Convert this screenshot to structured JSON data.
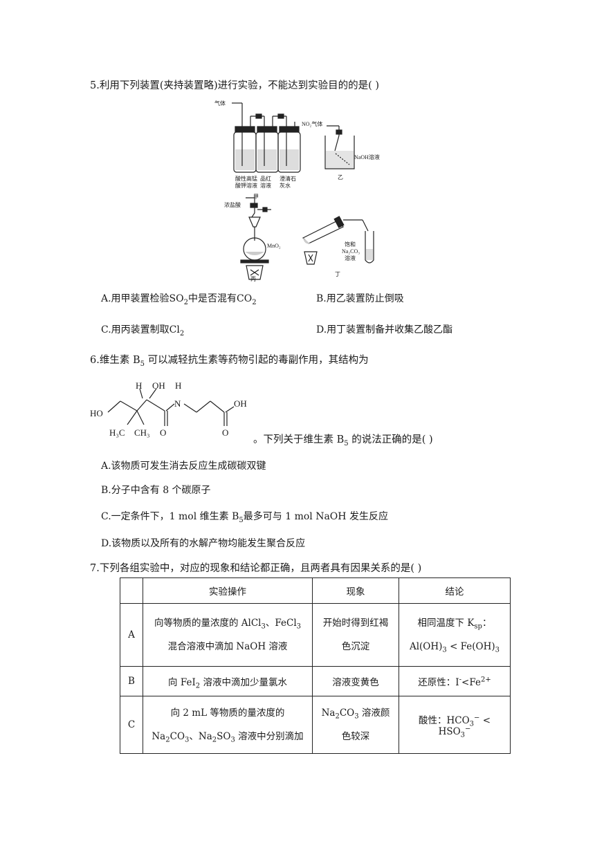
{
  "q5": {
    "stem": "5.利用下列装置(夹持装置略)进行实验，不能达到实验目的的是(      )",
    "figure": {
      "gas_in": "气体",
      "bottle1": [
        "酸性高锰",
        "酸钾溶液"
      ],
      "bottle2": [
        "品红",
        "溶液"
      ],
      "bottle3": [
        "澄清石",
        "灰水"
      ],
      "label_jia": "甲",
      "no2_gas": "NO₂气体",
      "naoh_solution": "NaOH溶液",
      "label_yi": "乙",
      "conc_hcl": "浓盐酸",
      "mno2": "MnO₂",
      "label_bing": "丙",
      "satd": [
        "饱和",
        "Na₂CO₃",
        "溶液"
      ],
      "label_ding": "丁"
    },
    "options": {
      "A_pre": "A.用甲装置检验SO",
      "A_sub1": "2",
      "A_mid": "中是否混有CO",
      "A_sub2": "2",
      "B": "B.用乙装置防止倒吸",
      "C_pre": "C.用丙装置制取Cl",
      "C_sub": "2",
      "D": "D.用丁装置制备并收集乙酸乙酯"
    }
  },
  "q6": {
    "stem_pre": "6.维生素 B",
    "stem_sub": "5",
    "stem_post": " 可以减轻抗生素等药物引起的毒副作用，其结构为",
    "structure": {
      "H1": "H",
      "OH1": "OH",
      "H2": "H",
      "N": "N",
      "OH2": "OH",
      "HO": "HO",
      "H3C": "H₃C",
      "CH3": "CH₃",
      "O1": "O",
      "O2": "O"
    },
    "tail_pre": "。下列关于维生素 B",
    "tail_sub": "5",
    "tail_post": " 的说法正确的是(      )",
    "options": {
      "A": "A.该物质可发生消去反应生成碳碳双键",
      "B": "B.分子中含有 8 个碳原子",
      "C_pre": "C.一定条件下，1 mol 维生素 B",
      "C_sub": "5",
      "C_post": "最多可与 1 mol NaOH 发生反应",
      "D": "D.该物质以及所有的水解产物均能发生聚合反应"
    }
  },
  "q7": {
    "stem": "7.下列各组实验中，对应的现象和结论都正确，且两者具有因果关系的是(      )",
    "headers": [
      "",
      "实验操作",
      "现象",
      "结论"
    ],
    "rowA": {
      "label": "A",
      "op_line1_pre": "向等物质的量浓度的 AlCl",
      "op_line1_s1": "3",
      "op_line1_mid": "、FeCl",
      "op_line1_s2": "3",
      "op_line2": "混合溶液中滴加 NaOH 溶液",
      "phen1": "开始时得到红褐",
      "phen2": "色沉淀",
      "con1_pre": "相同温度下 K",
      "con1_sub": "sp",
      "con1_post": "：",
      "con2_a": "Al(OH)",
      "con2_s1": "3",
      "con2_b": " < Fe(OH)",
      "con2_s2": "3"
    },
    "rowB": {
      "label": "B",
      "op_pre": "向 FeI",
      "op_sub": "2",
      "op_post": " 溶液中滴加少量氯水",
      "phen": "溶液变黄色",
      "con_pre": "还原性：I",
      "con_sup1": "-",
      "con_mid": "<Fe",
      "con_sup2": "2+"
    },
    "rowC": {
      "label": "C",
      "op1": "向 2 mL 等物质的量浓度的",
      "op2_a": "Na",
      "op2_s1": "2",
      "op2_b": "CO",
      "op2_s2": "3",
      "op2_c": "、Na",
      "op2_s3": "2",
      "op2_d": "SO",
      "op2_s4": "3",
      "op2_e": " 溶液中分别滴加",
      "phen1_a": "Na",
      "phen1_s1": "2",
      "phen1_b": "CO",
      "phen1_s2": "3",
      "phen1_c": " 溶液颜",
      "phen2": "色较深",
      "con_pre": "酸性：HCO",
      "con_sub1": "3",
      "con_sup1": "−",
      "con_mid": " < HSO",
      "con_sub2": "3",
      "con_sup2": "−"
    }
  }
}
